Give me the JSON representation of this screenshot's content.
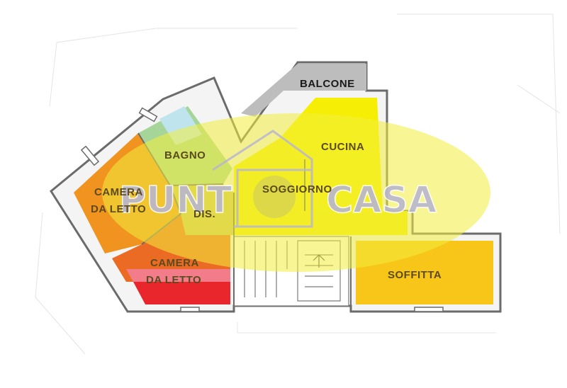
{
  "watermark": {
    "text_left": "PUNT",
    "text_right": "CASA",
    "colors": {
      "ellipse": "#f3ef3c",
      "text": "#b9b6cf",
      "outline": "#ffffff"
    }
  },
  "rooms": [
    {
      "id": "balcone",
      "label": "BALCONE",
      "color": "#bdbdbd"
    },
    {
      "id": "cucina",
      "label": "CUCINA",
      "color": "#f6ef05"
    },
    {
      "id": "soggiorno",
      "label": "SOGGIORNO",
      "color": "#f3ea0a"
    },
    {
      "id": "bagno",
      "label": "BAGNO",
      "color": "#a6d59a"
    },
    {
      "id": "dis",
      "label": "DIS.",
      "color": "#cfc25a"
    },
    {
      "id": "camera1",
      "label_line1": "CAMERA",
      "label_line2": "DA LETTO",
      "color": "#f0931f"
    },
    {
      "id": "camera2",
      "label_line1": "CAMERA",
      "label_line2": "DA LETTO",
      "color": "#ec6b24"
    },
    {
      "id": "soffitta",
      "label": "SOFFITTA",
      "color": "#f8c519"
    }
  ],
  "colors": {
    "wall": "#6b6b6b",
    "label_dark": "#1a1a1a",
    "label_brown": "#5a4a1e",
    "red_strip": "#e8262c",
    "pink_strip": "#f27c8a",
    "light_blue": "#bfe4ee"
  }
}
